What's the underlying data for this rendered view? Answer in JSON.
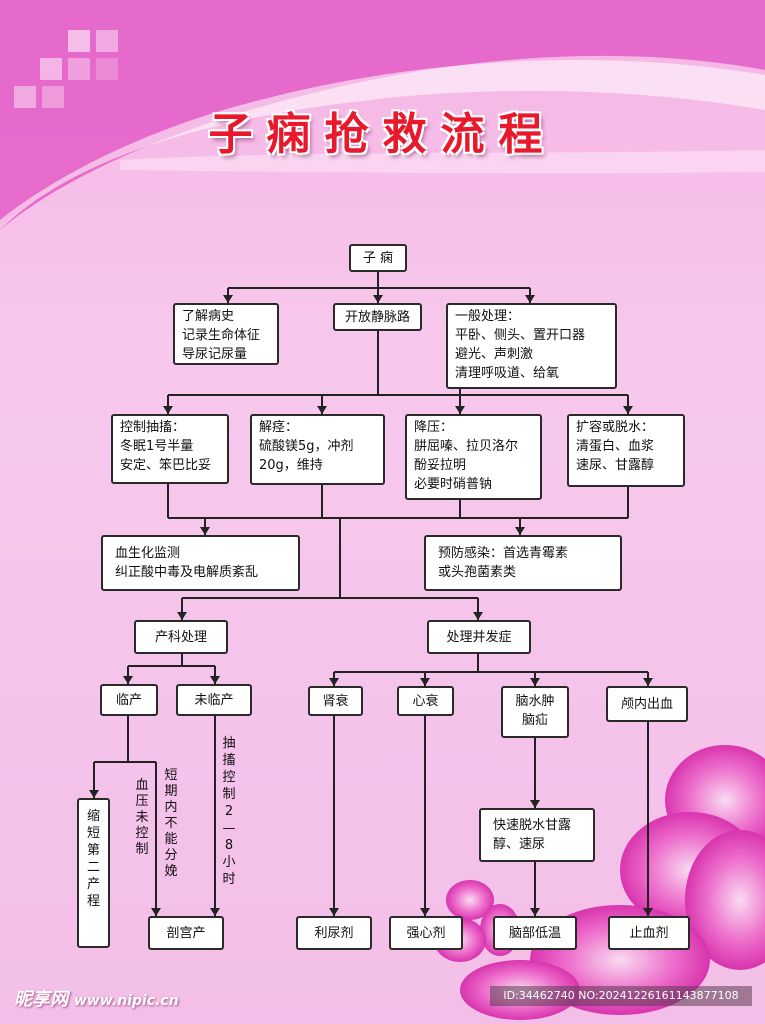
{
  "title": "子痫抢救流程",
  "nodes": {
    "root": "子 痫",
    "history": "了解病史\n记录生命体征\n导尿记尿量",
    "iv": "开放静脉路",
    "general": "一般处理：\n平卧、侧头、置开口器\n避光、声刺激\n清理呼吸道、给氧",
    "control": "控制抽搐：\n冬眠1号半量\n安定、笨巴比妥",
    "spasm": "解痉：\n硫酸镁5g，冲剂\n20g，维持",
    "bp": "降压：\n肼屈嗪、拉贝洛尔\n酚妥拉明\n必要时硝普钠",
    "volume": "扩容或脱水：\n清蛋白、血浆\n速尿、甘露醇",
    "biochem": "血生化监测\n纠正酸中毒及电解质紊乱",
    "infection": "预防感染：首选青霉素\n或头孢菌素类",
    "obstetric": "产科处理",
    "complication": "处理并发症",
    "labor": "临产",
    "not_labor": "未临产",
    "renal": "肾衰",
    "heart": "心衰",
    "brain": "脑水肿\n脑疝",
    "ich": "颅内出血",
    "shorten": "缩短第二产程",
    "cesarean": "剖宫产",
    "diuretic": "利尿剂",
    "cardiotonic": "强心剂",
    "dehydrate": "快速脱水甘露\n醇、速尿",
    "hypothermia": "脑部低温",
    "hemostatic": "止血剂"
  },
  "edge_labels": {
    "bp_uncontrolled": "血压未控制",
    "short_term": "短期内不能分娩",
    "control_hours": "抽搐控制2—8小时"
  },
  "watermarks": {
    "site": "昵享网",
    "url": "www.nipic.cn",
    "id": "ID:34462740 NO:20241226161143877108"
  },
  "colors": {
    "background_top": "#f7b6e6",
    "background_bottom": "#f4c4ea",
    "accent": "#d61fa8",
    "title": "#e8192c",
    "box_border": "#2a2a2a"
  }
}
